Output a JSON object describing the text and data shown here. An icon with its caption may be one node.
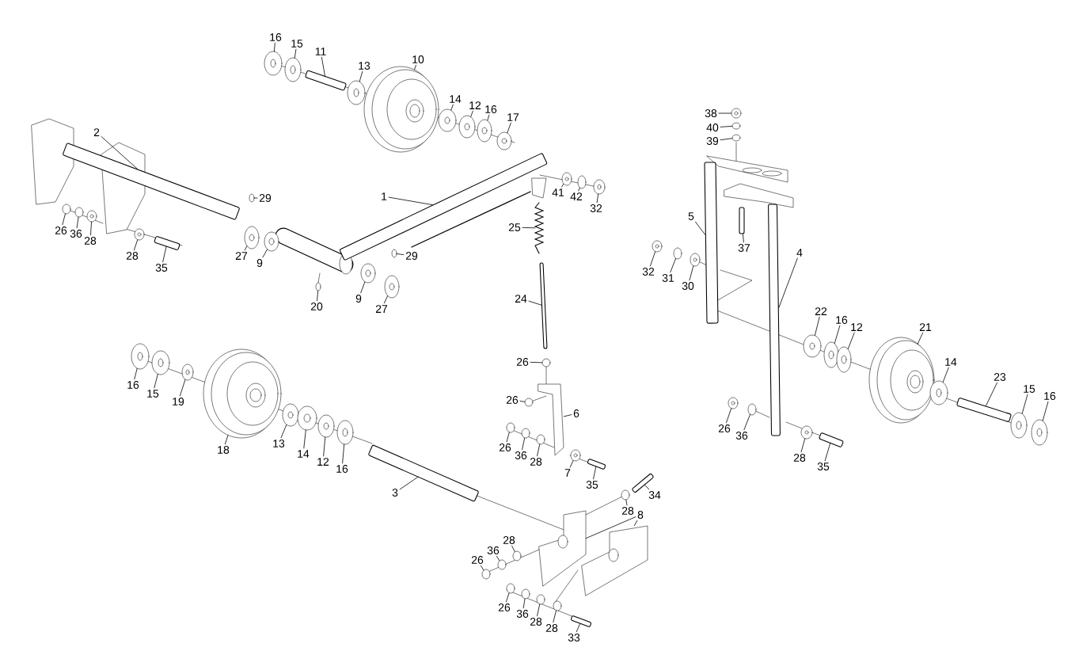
{
  "diagram": {
    "nodes": [
      {
        "text": [
          "16"
        ]
      },
      {
        "text": [
          "15"
        ]
      },
      {
        "text": [
          "11"
        ]
      },
      {
        "text": [
          "13"
        ]
      },
      {
        "text": [
          "10"
        ]
      },
      {
        "text": [
          "14"
        ]
      },
      {
        "text": [
          "12"
        ]
      },
      {
        "text": [
          "16"
        ]
      },
      {
        "text": [
          "17"
        ]
      },
      {
        "text": [
          "2"
        ]
      },
      {
        "text": [
          "29"
        ]
      },
      {
        "text": [
          "1"
        ]
      },
      {
        "text": [
          "25"
        ]
      },
      {
        "text": [
          "41"
        ]
      },
      {
        "text": [
          "42"
        ]
      },
      {
        "text": [
          "32"
        ]
      },
      {
        "text": [
          "26"
        ]
      },
      {
        "text": [
          "36"
        ]
      },
      {
        "text": [
          "28"
        ]
      },
      {
        "text": [
          "28"
        ]
      },
      {
        "text": [
          "35"
        ]
      },
      {
        "text": [
          "27"
        ]
      },
      {
        "text": [
          "9"
        ]
      },
      {
        "text": [
          "29"
        ]
      },
      {
        "text": [
          "20"
        ]
      },
      {
        "text": [
          "9"
        ]
      },
      {
        "text": [
          "27"
        ]
      },
      {
        "text": [
          "24"
        ]
      },
      {
        "text": [
          "16"
        ]
      },
      {
        "text": [
          "15"
        ]
      },
      {
        "text": [
          "19"
        ]
      },
      {
        "text": [
          "18"
        ]
      },
      {
        "text": [
          "13"
        ]
      },
      {
        "text": [
          "14"
        ]
      },
      {
        "text": [
          "12"
        ]
      },
      {
        "text": [
          "16"
        ]
      },
      {
        "text": [
          "3"
        ]
      },
      {
        "text": [
          "26"
        ]
      },
      {
        "text": [
          "26"
        ]
      },
      {
        "text": [
          "6"
        ]
      },
      {
        "text": [
          "26"
        ]
      },
      {
        "text": [
          "36"
        ]
      },
      {
        "text": [
          "28"
        ]
      },
      {
        "text": [
          "7"
        ]
      },
      {
        "text": [
          "35"
        ]
      },
      {
        "text": [
          "34"
        ]
      },
      {
        "text": [
          "28"
        ]
      },
      {
        "text": [
          "8"
        ]
      },
      {
        "text": [
          "28"
        ]
      },
      {
        "text": [
          "36"
        ]
      },
      {
        "text": [
          "26"
        ]
      },
      {
        "text": [
          "26"
        ]
      },
      {
        "text": [
          "36"
        ]
      },
      {
        "text": [
          "28"
        ]
      },
      {
        "text": [
          "28"
        ]
      },
      {
        "text": [
          "33"
        ]
      },
      {
        "text": [
          "38"
        ]
      },
      {
        "text": [
          "40"
        ]
      },
      {
        "text": [
          "39"
        ]
      },
      {
        "text": [
          "5"
        ]
      },
      {
        "text": [
          "37"
        ]
      },
      {
        "text": [
          "4"
        ]
      },
      {
        "text": [
          "32"
        ]
      },
      {
        "text": [
          "31"
        ]
      },
      {
        "text": [
          "30"
        ]
      },
      {
        "text": [
          "22"
        ]
      },
      {
        "text": [
          "16"
        ]
      },
      {
        "text": [
          "12"
        ]
      },
      {
        "text": [
          "21"
        ]
      },
      {
        "text": [
          "14"
        ]
      },
      {
        "text": [
          "23"
        ]
      },
      {
        "text": [
          "15"
        ]
      },
      {
        "text": [
          "16"
        ]
      },
      {
        "text": [
          "26"
        ]
      },
      {
        "text": [
          "36"
        ]
      },
      {
        "text": [
          "28"
        ]
      },
      {
        "text": [
          "35"
        ]
      },
      {
        "text": [],
        "shape": "circle"
      },
      {
        "text": [],
        "shape": "circle"
      },
      {
        "text": [],
        "shape": "bar"
      },
      {
        "text": [],
        "shape": "circle"
      },
      {
        "text": [],
        "shape": "circle"
      },
      {
        "text": [],
        "shape": "circle"
      },
      {
        "text": [],
        "shape": "circle"
      },
      {
        "text": [],
        "shape": "circle"
      },
      {
        "text": [],
        "shape": "circle"
      },
      {
        "text": [],
        "shape": "bar"
      },
      {
        "text": [],
        "shape": "circle"
      },
      {
        "text": [],
        "shape": "bar"
      },
      {
        "text": [],
        "shape": "picture"
      },
      {
        "text": [],
        "shape": "circle"
      },
      {
        "text": [],
        "shape": "circle"
      },
      {
        "text": [],
        "shape": "circle"
      },
      {
        "text": [],
        "shape": "circle"
      },
      {
        "text": [],
        "shape": "circle"
      },
      {
        "text": [],
        "shape": "circle"
      },
      {
        "text": [],
        "shape": "circle"
      },
      {
        "text": [],
        "shape": "bar"
      },
      {
        "text": [],
        "shape": "circle"
      },
      {
        "text": [],
        "shape": "circle"
      },
      {
        "text": [],
        "shape": "circle"
      },
      {
        "text": [],
        "shape": "circle"
      },
      {
        "text": [],
        "shape": "circle"
      },
      {
        "text": [],
        "shape": "circle"
      },
      {
        "text": [],
        "shape": "bar"
      },
      {
        "text": [],
        "shape": "circle"
      },
      {
        "text": [],
        "shape": "circle"
      },
      {
        "text": [],
        "shape": "circle"
      },
      {
        "text": [],
        "shape": "circle"
      },
      {
        "text": [],
        "shape": "circle"
      },
      {
        "text": [],
        "shape": "circle"
      },
      {
        "text": [],
        "shape": "circle"
      },
      {
        "text": [],
        "shape": "circle"
      },
      {
        "text": [],
        "shape": "bar"
      },
      {
        "text": [],
        "shape": "circle"
      },
      {
        "text": [],
        "shape": "circle"
      },
      {
        "text": [],
        "shape": "picture"
      },
      {
        "text": [],
        "shape": "circle"
      },
      {
        "text": [],
        "shape": "circle"
      },
      {
        "text": [],
        "shape": "circle"
      },
      {
        "text": [],
        "shape": "circle"
      },
      {
        "text": [],
        "shape": "bar"
      },
      {
        "text": [],
        "shape": "bar"
      },
      {
        "text": [],
        "shape": "circle"
      },
      {
        "text": [],
        "shape": "picture"
      },
      {
        "text": [],
        "shape": "picture"
      },
      {
        "text": [],
        "shape": "circle"
      },
      {
        "text": [],
        "shape": "circle"
      },
      {
        "text": [],
        "shape": "circle"
      },
      {
        "text": [],
        "shape": "circle"
      },
      {
        "text": [],
        "shape": "circle"
      },
      {
        "text": [],
        "shape": "circle"
      },
      {
        "text": [],
        "shape": "circle"
      },
      {
        "text": [],
        "shape": "bar"
      },
      {
        "text": [],
        "shape": "circle"
      },
      {
        "text": [],
        "shape": "circle"
      },
      {
        "text": [],
        "shape": "circle"
      },
      {
        "text": [],
        "shape": "bar"
      },
      {
        "text": [],
        "shape": "bar"
      },
      {
        "text": [],
        "shape": "bar"
      },
      {
        "text": [],
        "shape": "circle"
      },
      {
        "text": [],
        "shape": "circle"
      },
      {
        "text": [],
        "shape": "circle"
      },
      {
        "text": [],
        "shape": "circle"
      },
      {
        "text": [],
        "shape": "circle"
      },
      {
        "text": [],
        "shape": "circle"
      },
      {
        "text": [],
        "shape": "circle"
      },
      {
        "text": [],
        "shape": "circle"
      },
      {
        "text": [],
        "shape": "bar"
      },
      {
        "text": [],
        "shape": "circle"
      },
      {
        "text": [],
        "shape": "circle"
      },
      {
        "text": [],
        "shape": "circle"
      },
      {
        "text": [],
        "shape": "circle"
      },
      {
        "text": [],
        "shape": "circle"
      },
      {
        "text": [],
        "shape": "bar"
      }
    ],
    "edges": [
      {
        "from": 0,
        "to": 77,
        "arrow": "none"
      },
      {
        "from": 1,
        "to": 78,
        "arrow": "none"
      },
      {
        "from": 2,
        "to": 79,
        "arrow": "none"
      },
      {
        "from": 3,
        "to": 80,
        "arrow": "none"
      },
      {
        "from": 4,
        "to": 81,
        "arrow": "none"
      },
      {
        "from": 5,
        "to": 82,
        "arrow": "none"
      },
      {
        "from": 6,
        "to": 83,
        "arrow": "none"
      },
      {
        "from": 7,
        "to": 84,
        "arrow": "none"
      },
      {
        "from": 8,
        "to": 85,
        "arrow": "none"
      },
      {
        "from": 9,
        "to": 86,
        "arrow": "none"
      },
      {
        "from": 10,
        "to": 87,
        "arrow": "none"
      },
      {
        "from": 11,
        "to": 88,
        "arrow": "none"
      },
      {
        "from": 12,
        "to": 89,
        "arrow": "none"
      },
      {
        "from": 13,
        "to": 90,
        "arrow": "none"
      },
      {
        "from": 14,
        "to": 91,
        "arrow": "none"
      },
      {
        "from": 15,
        "to": 92,
        "arrow": "none"
      },
      {
        "from": 16,
        "to": 93,
        "arrow": "none"
      },
      {
        "from": 17,
        "to": 94,
        "arrow": "none"
      },
      {
        "from": 18,
        "to": 95,
        "arrow": "none"
      },
      {
        "from": 19,
        "to": 96,
        "arrow": "none"
      },
      {
        "from": 20,
        "to": 97,
        "arrow": "none"
      },
      {
        "from": 21,
        "to": 98,
        "arrow": "none"
      },
      {
        "from": 22,
        "to": 99,
        "arrow": "none"
      },
      {
        "from": 23,
        "to": 100,
        "arrow": "none"
      },
      {
        "from": 24,
        "to": 101,
        "arrow": "none"
      },
      {
        "from": 25,
        "to": 102,
        "arrow": "none"
      },
      {
        "from": 26,
        "to": 103,
        "arrow": "none"
      },
      {
        "from": 27,
        "to": 104,
        "arrow": "none"
      },
      {
        "from": 28,
        "to": 105,
        "arrow": "none"
      },
      {
        "from": 29,
        "to": 106,
        "arrow": "none"
      },
      {
        "from": 30,
        "to": 107,
        "arrow": "none"
      },
      {
        "from": 31,
        "to": 108,
        "arrow": "none"
      },
      {
        "from": 32,
        "to": 109,
        "arrow": "none"
      },
      {
        "from": 33,
        "to": 110,
        "arrow": "none"
      },
      {
        "from": 34,
        "to": 111,
        "arrow": "none"
      },
      {
        "from": 35,
        "to": 112,
        "arrow": "none"
      },
      {
        "from": 36,
        "to": 113,
        "arrow": "none"
      },
      {
        "from": 37,
        "to": 114,
        "arrow": "none"
      },
      {
        "from": 38,
        "to": 115,
        "arrow": "none"
      },
      {
        "from": 39,
        "to": 116,
        "arrow": "none"
      },
      {
        "from": 40,
        "to": 117,
        "arrow": "none"
      },
      {
        "from": 41,
        "to": 118,
        "arrow": "none"
      },
      {
        "from": 42,
        "to": 119,
        "arrow": "none"
      },
      {
        "from": 43,
        "to": 120,
        "arrow": "none"
      },
      {
        "from": 44,
        "to": 121,
        "arrow": "none"
      },
      {
        "from": 45,
        "to": 122,
        "arrow": "none"
      },
      {
        "from": 46,
        "to": 123,
        "arrow": "none"
      },
      {
        "from": 47,
        "to": 124,
        "arrow": "none"
      },
      {
        "from": 47,
        "to": 125,
        "arrow": "none"
      },
      {
        "from": 48,
        "to": 126,
        "arrow": "none"
      },
      {
        "from": 49,
        "to": 127,
        "arrow": "none"
      },
      {
        "from": 50,
        "to": 128,
        "arrow": "none"
      },
      {
        "from": 51,
        "to": 129,
        "arrow": "none"
      },
      {
        "from": 52,
        "to": 130,
        "arrow": "none"
      },
      {
        "from": 53,
        "to": 131,
        "arrow": "none"
      },
      {
        "from": 54,
        "to": 132,
        "arrow": "none"
      },
      {
        "from": 55,
        "to": 133,
        "arrow": "none"
      },
      {
        "from": 56,
        "to": 134,
        "arrow": "none"
      },
      {
        "from": 57,
        "to": 135,
        "arrow": "none"
      },
      {
        "from": 58,
        "to": 136,
        "arrow": "none"
      },
      {
        "from": 59,
        "to": 137,
        "arrow": "none"
      },
      {
        "from": 60,
        "to": 138,
        "arrow": "none"
      },
      {
        "from": 61,
        "to": 139,
        "arrow": "none"
      },
      {
        "from": 62,
        "to": 140,
        "arrow": "none"
      },
      {
        "from": 63,
        "to": 141,
        "arrow": "none"
      },
      {
        "from": 64,
        "to": 142,
        "arrow": "none"
      },
      {
        "from": 65,
        "to": 143,
        "arrow": "none"
      },
      {
        "from": 66,
        "to": 144,
        "arrow": "none"
      },
      {
        "from": 67,
        "to": 145,
        "arrow": "none"
      },
      {
        "from": 68,
        "to": 146,
        "arrow": "none"
      },
      {
        "from": 69,
        "to": 147,
        "arrow": "none"
      },
      {
        "from": 70,
        "to": 148,
        "arrow": "none"
      },
      {
        "from": 71,
        "to": 149,
        "arrow": "none"
      },
      {
        "from": 72,
        "to": 150,
        "arrow": "none"
      },
      {
        "from": 73,
        "to": 151,
        "arrow": "none"
      },
      {
        "from": 74,
        "to": 152,
        "arrow": "none"
      },
      {
        "from": 75,
        "to": 153,
        "arrow": "none"
      },
      {
        "from": 76,
        "to": 154,
        "arrow": "none"
      }
    ]
  }
}
